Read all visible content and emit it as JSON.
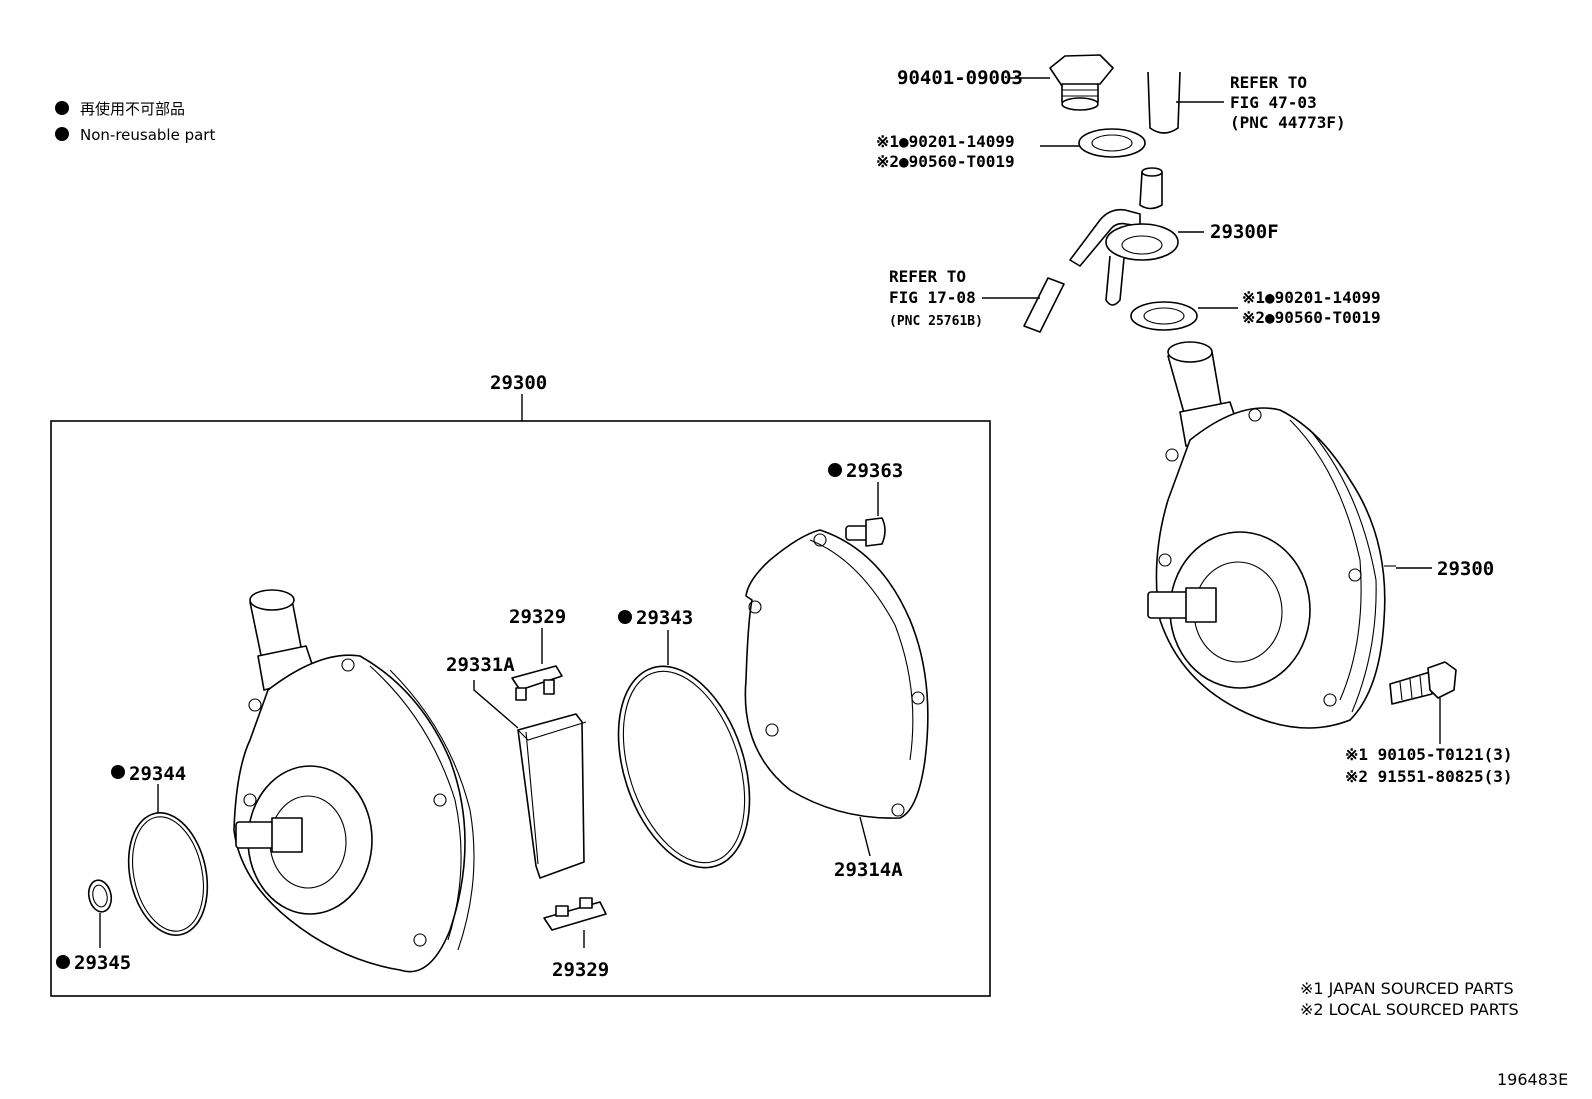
{
  "legend": {
    "line1": "再使用不可部品",
    "line2": "Non-reusable part"
  },
  "labels": {
    "top_nut": "90401-09003",
    "ref_top": [
      "REFER TO",
      "FIG 47-03",
      "(PNC 44773F)"
    ],
    "washer_top_1": "※1●90201-14099",
    "washer_top_2": "※2●90560-T0019",
    "pipe_union": "29300F",
    "ref_left": [
      "REFER TO",
      "FIG 17-08",
      "(PNC 25761B)"
    ],
    "washer_bot_1": "※1●90201-14099",
    "washer_bot_2": "※2●90560-T0019",
    "pump_assy_right": "29300",
    "bolt_1": "※1 90105-T0121(3)",
    "bolt_2": "※2 91551-80825(3)",
    "pump_assy_box": "29300",
    "screw": "29363",
    "vane_top": "29329",
    "rotor": "29331A",
    "oring_big": "29343",
    "oring_mid": "29344",
    "oring_small": "29345",
    "plate": "29314A",
    "vane_bottom": "29329"
  },
  "notes": {
    "note1": "※1  JAPAN SOURCED PARTS",
    "note2": "※2  LOCAL SOURCED PARTS"
  },
  "figure_id": "196483E",
  "colors": {
    "ink": "#000000",
    "paper": "#ffffff"
  }
}
